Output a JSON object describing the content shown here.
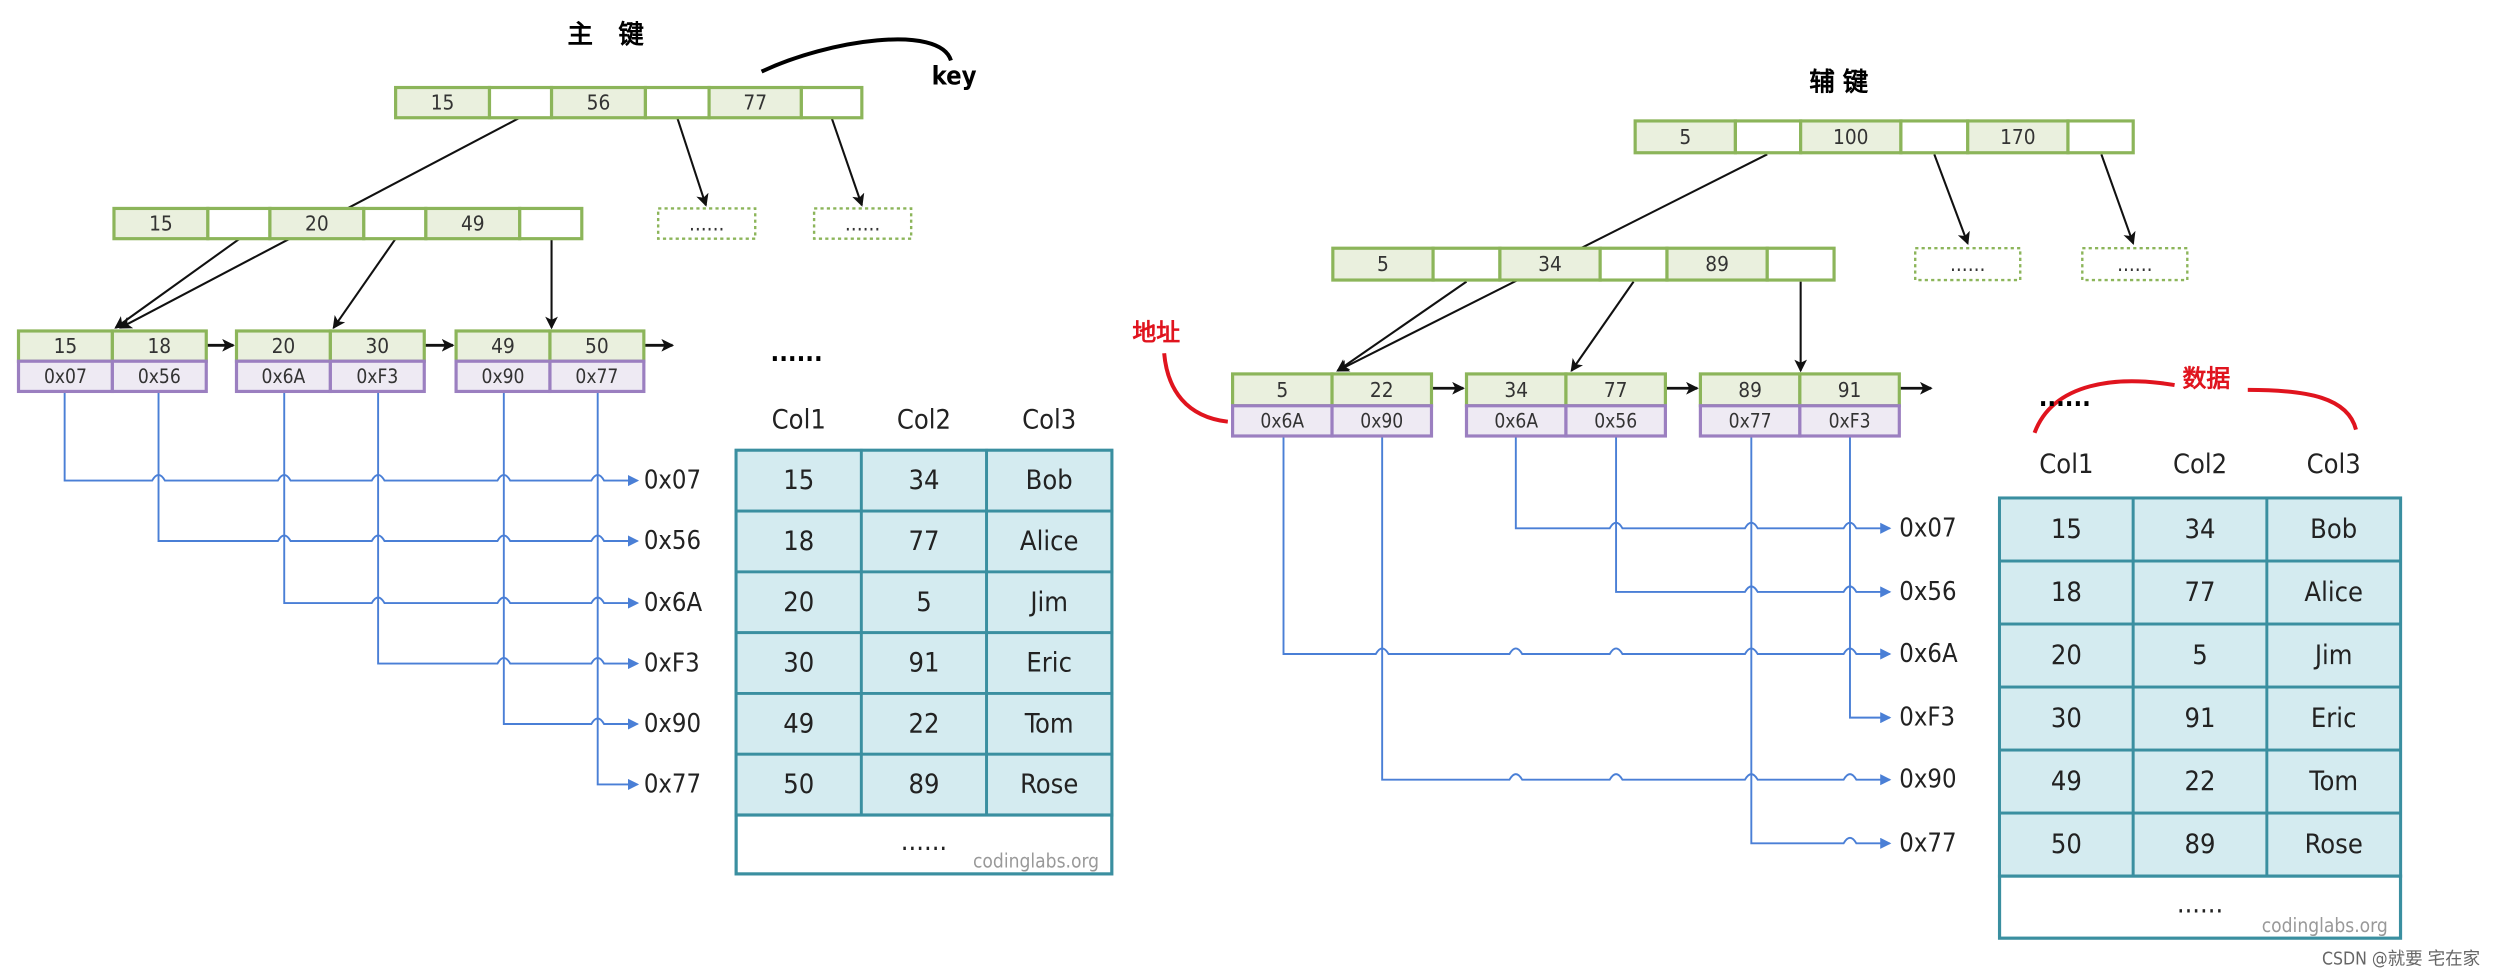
{
  "colors": {
    "node_fill": "#eaf0de",
    "node_border": "#8cb55a",
    "addr_fill": "#eeeaf3",
    "addr_border": "#9b7fc0",
    "table_fill": "#d4ebf0",
    "table_border": "#3a8fa0",
    "link_line": "#4a7fd6",
    "annotation_red": "#e0141e"
  },
  "primary": {
    "title": "主　键",
    "key_annotation": "key",
    "root_keys": [
      "15",
      "56",
      "77"
    ],
    "level2_keys": [
      "15",
      "20",
      "49"
    ],
    "placeholder": "......",
    "leaves": [
      {
        "keys": [
          "15",
          "18"
        ],
        "addrs": [
          "0x07",
          "0x56"
        ]
      },
      {
        "keys": [
          "20",
          "30"
        ],
        "addrs": [
          "0x6A",
          "0xF3"
        ]
      },
      {
        "keys": [
          "49",
          "50"
        ],
        "addrs": [
          "0x90",
          "0x77"
        ]
      }
    ],
    "ellipsis": "......",
    "address_labels": [
      "0x07",
      "0x56",
      "0x6A",
      "0xF3",
      "0x90",
      "0x77"
    ],
    "table": {
      "columns": [
        "Col1",
        "Col2",
        "Col3"
      ],
      "rows": [
        [
          "15",
          "34",
          "Bob"
        ],
        [
          "18",
          "77",
          "Alice"
        ],
        [
          "20",
          "5",
          "Jim"
        ],
        [
          "30",
          "91",
          "Eric"
        ],
        [
          "49",
          "22",
          "Tom"
        ],
        [
          "50",
          "89",
          "Rose"
        ]
      ],
      "footer": "......",
      "watermark": "codinglabs.org"
    }
  },
  "secondary": {
    "title": "辅 键",
    "address_annotation": "地址",
    "data_annotation": "数据",
    "root_keys": [
      "5",
      "100",
      "170"
    ],
    "level2_keys": [
      "5",
      "34",
      "89"
    ],
    "placeholder": "......",
    "leaves": [
      {
        "keys": [
          "5",
          "22"
        ],
        "addrs": [
          "0x6A",
          "0x90"
        ]
      },
      {
        "keys": [
          "34",
          "77"
        ],
        "addrs": [
          "0x6A",
          "0x56"
        ]
      },
      {
        "keys": [
          "89",
          "91"
        ],
        "addrs": [
          "0x77",
          "0xF3"
        ]
      }
    ],
    "ellipsis": "......",
    "address_labels": [
      "0x07",
      "0x56",
      "0x6A",
      "0xF3",
      "0x90",
      "0x77"
    ],
    "table": {
      "columns": [
        "Col1",
        "Col2",
        "Col3"
      ],
      "rows": [
        [
          "15",
          "34",
          "Bob"
        ],
        [
          "18",
          "77",
          "Alice"
        ],
        [
          "20",
          "5",
          "Jim"
        ],
        [
          "30",
          "91",
          "Eric"
        ],
        [
          "49",
          "22",
          "Tom"
        ],
        [
          "50",
          "89",
          "Rose"
        ]
      ],
      "footer": "......",
      "watermark": "codinglabs.org"
    }
  },
  "credit": "CSDN @就要 宅在家"
}
